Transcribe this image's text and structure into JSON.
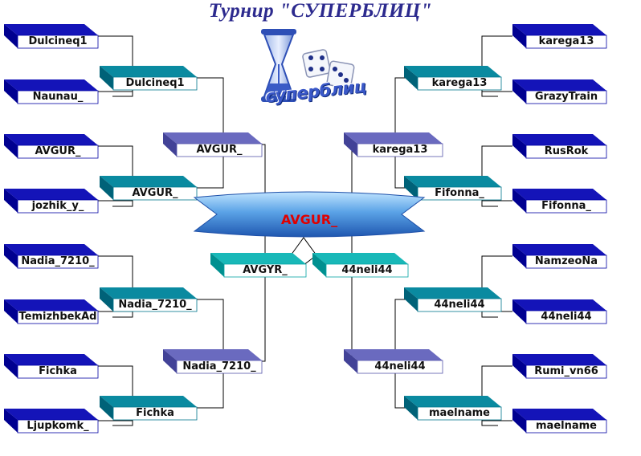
{
  "title": "Турнир \"СУПЕРБЛИЦ\"",
  "logo": {
    "text": "суперблиц"
  },
  "bracket": {
    "left": {
      "round1": [
        "Dulcineq1",
        "Naunau_",
        "AVGUR_",
        "jozhik_y_",
        "Nadia_7210_",
        "TemizhbekAd",
        "Fichka",
        "Ljupkomk_"
      ],
      "round2": [
        "Dulcineq1",
        "AVGUR_",
        "Nadia_7210_",
        "Fichka"
      ],
      "round3": [
        "AVGUR_",
        "Nadia_7210_"
      ],
      "semifinal": "AVGYR_"
    },
    "right": {
      "round1": [
        "karega13",
        "GrazyTrain",
        "RusRok",
        "Fifonna_",
        "NamzeoNa",
        "44neli44",
        "Rumi_vn66",
        "maelname"
      ],
      "round2": [
        "karega13",
        "Fifonna_",
        "44neli44",
        "maelname"
      ],
      "round3": [
        "karega13",
        "44neli44"
      ],
      "semifinal": "44neli44"
    },
    "champion": "AVGUR_"
  },
  "colors": {
    "title": "#2c2a8e",
    "round1": "#1414b8",
    "round2": "#0a8aa0",
    "round3": "#6a6abf",
    "semifinal": "#18b8b8",
    "banner": "#3d7fd0",
    "champion_text": "#e00000"
  }
}
